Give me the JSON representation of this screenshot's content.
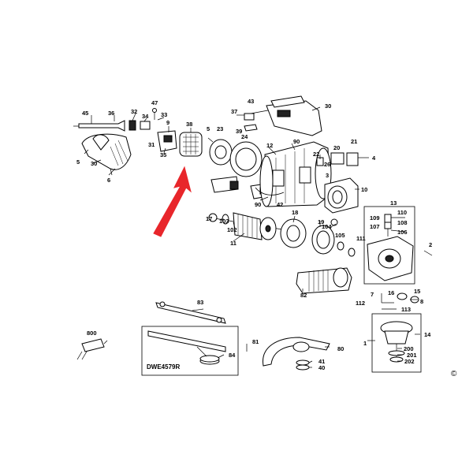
{
  "diagram": {
    "part_labels": [
      {
        "id": "45",
        "text": "45"
      },
      {
        "id": "36",
        "text": "36"
      },
      {
        "id": "32",
        "text": "32"
      },
      {
        "id": "47",
        "text": "47"
      },
      {
        "id": "34",
        "text": "34"
      },
      {
        "id": "33",
        "text": "33"
      },
      {
        "id": "9",
        "text": "9"
      },
      {
        "id": "31",
        "text": "31"
      },
      {
        "id": "35",
        "text": "35"
      },
      {
        "id": "38",
        "text": "38"
      },
      {
        "id": "5a",
        "text": "5"
      },
      {
        "id": "23",
        "text": "23"
      },
      {
        "id": "24",
        "text": "24"
      },
      {
        "id": "37",
        "text": "37"
      },
      {
        "id": "43",
        "text": "43"
      },
      {
        "id": "39",
        "text": "39"
      },
      {
        "id": "30a",
        "text": "30"
      },
      {
        "id": "12",
        "text": "12"
      },
      {
        "id": "90a",
        "text": "90"
      },
      {
        "id": "22",
        "text": "22"
      },
      {
        "id": "20",
        "text": "20"
      },
      {
        "id": "21",
        "text": "21"
      },
      {
        "id": "4a",
        "text": "4"
      },
      {
        "id": "26",
        "text": "26"
      },
      {
        "id": "3",
        "text": "3"
      },
      {
        "id": "10",
        "text": "10"
      },
      {
        "id": "5b",
        "text": "5"
      },
      {
        "id": "30b",
        "text": "30"
      },
      {
        "id": "6",
        "text": "6"
      },
      {
        "id": "90b",
        "text": "90"
      },
      {
        "id": "42",
        "text": "42"
      },
      {
        "id": "17",
        "text": "17"
      },
      {
        "id": "103",
        "text": "103"
      },
      {
        "id": "102",
        "text": "102"
      },
      {
        "id": "18",
        "text": "18"
      },
      {
        "id": "19",
        "text": "19"
      },
      {
        "id": "104",
        "text": "104"
      },
      {
        "id": "105",
        "text": "105"
      },
      {
        "id": "111",
        "text": "111"
      },
      {
        "id": "11",
        "text": "11"
      },
      {
        "id": "13",
        "text": "13"
      },
      {
        "id": "109",
        "text": "109"
      },
      {
        "id": "110",
        "text": "110"
      },
      {
        "id": "108",
        "text": "108"
      },
      {
        "id": "107",
        "text": "107"
      },
      {
        "id": "106",
        "text": "106"
      },
      {
        "id": "2",
        "text": "2"
      },
      {
        "id": "82",
        "text": "82"
      },
      {
        "id": "16",
        "text": "16"
      },
      {
        "id": "15",
        "text": "15"
      },
      {
        "id": "7",
        "text": "7"
      },
      {
        "id": "8",
        "text": "8"
      },
      {
        "id": "112",
        "text": "112"
      },
      {
        "id": "113",
        "text": "113"
      },
      {
        "id": "83",
        "text": "83"
      },
      {
        "id": "800",
        "text": "800"
      },
      {
        "id": "81",
        "text": "81"
      },
      {
        "id": "80",
        "text": "80"
      },
      {
        "id": "84",
        "text": "84"
      },
      {
        "id": "41",
        "text": "41"
      },
      {
        "id": "40",
        "text": "40"
      },
      {
        "id": "1",
        "text": "1"
      },
      {
        "id": "14",
        "text": "14"
      },
      {
        "id": "200",
        "text": "200"
      },
      {
        "id": "201",
        "text": "201"
      },
      {
        "id": "202",
        "text": "202"
      }
    ],
    "kit_box_label": "DWE4579R",
    "copyright_symbol": "©",
    "highlight_arrow_color": "#e8262b",
    "line_color": "#000000"
  }
}
